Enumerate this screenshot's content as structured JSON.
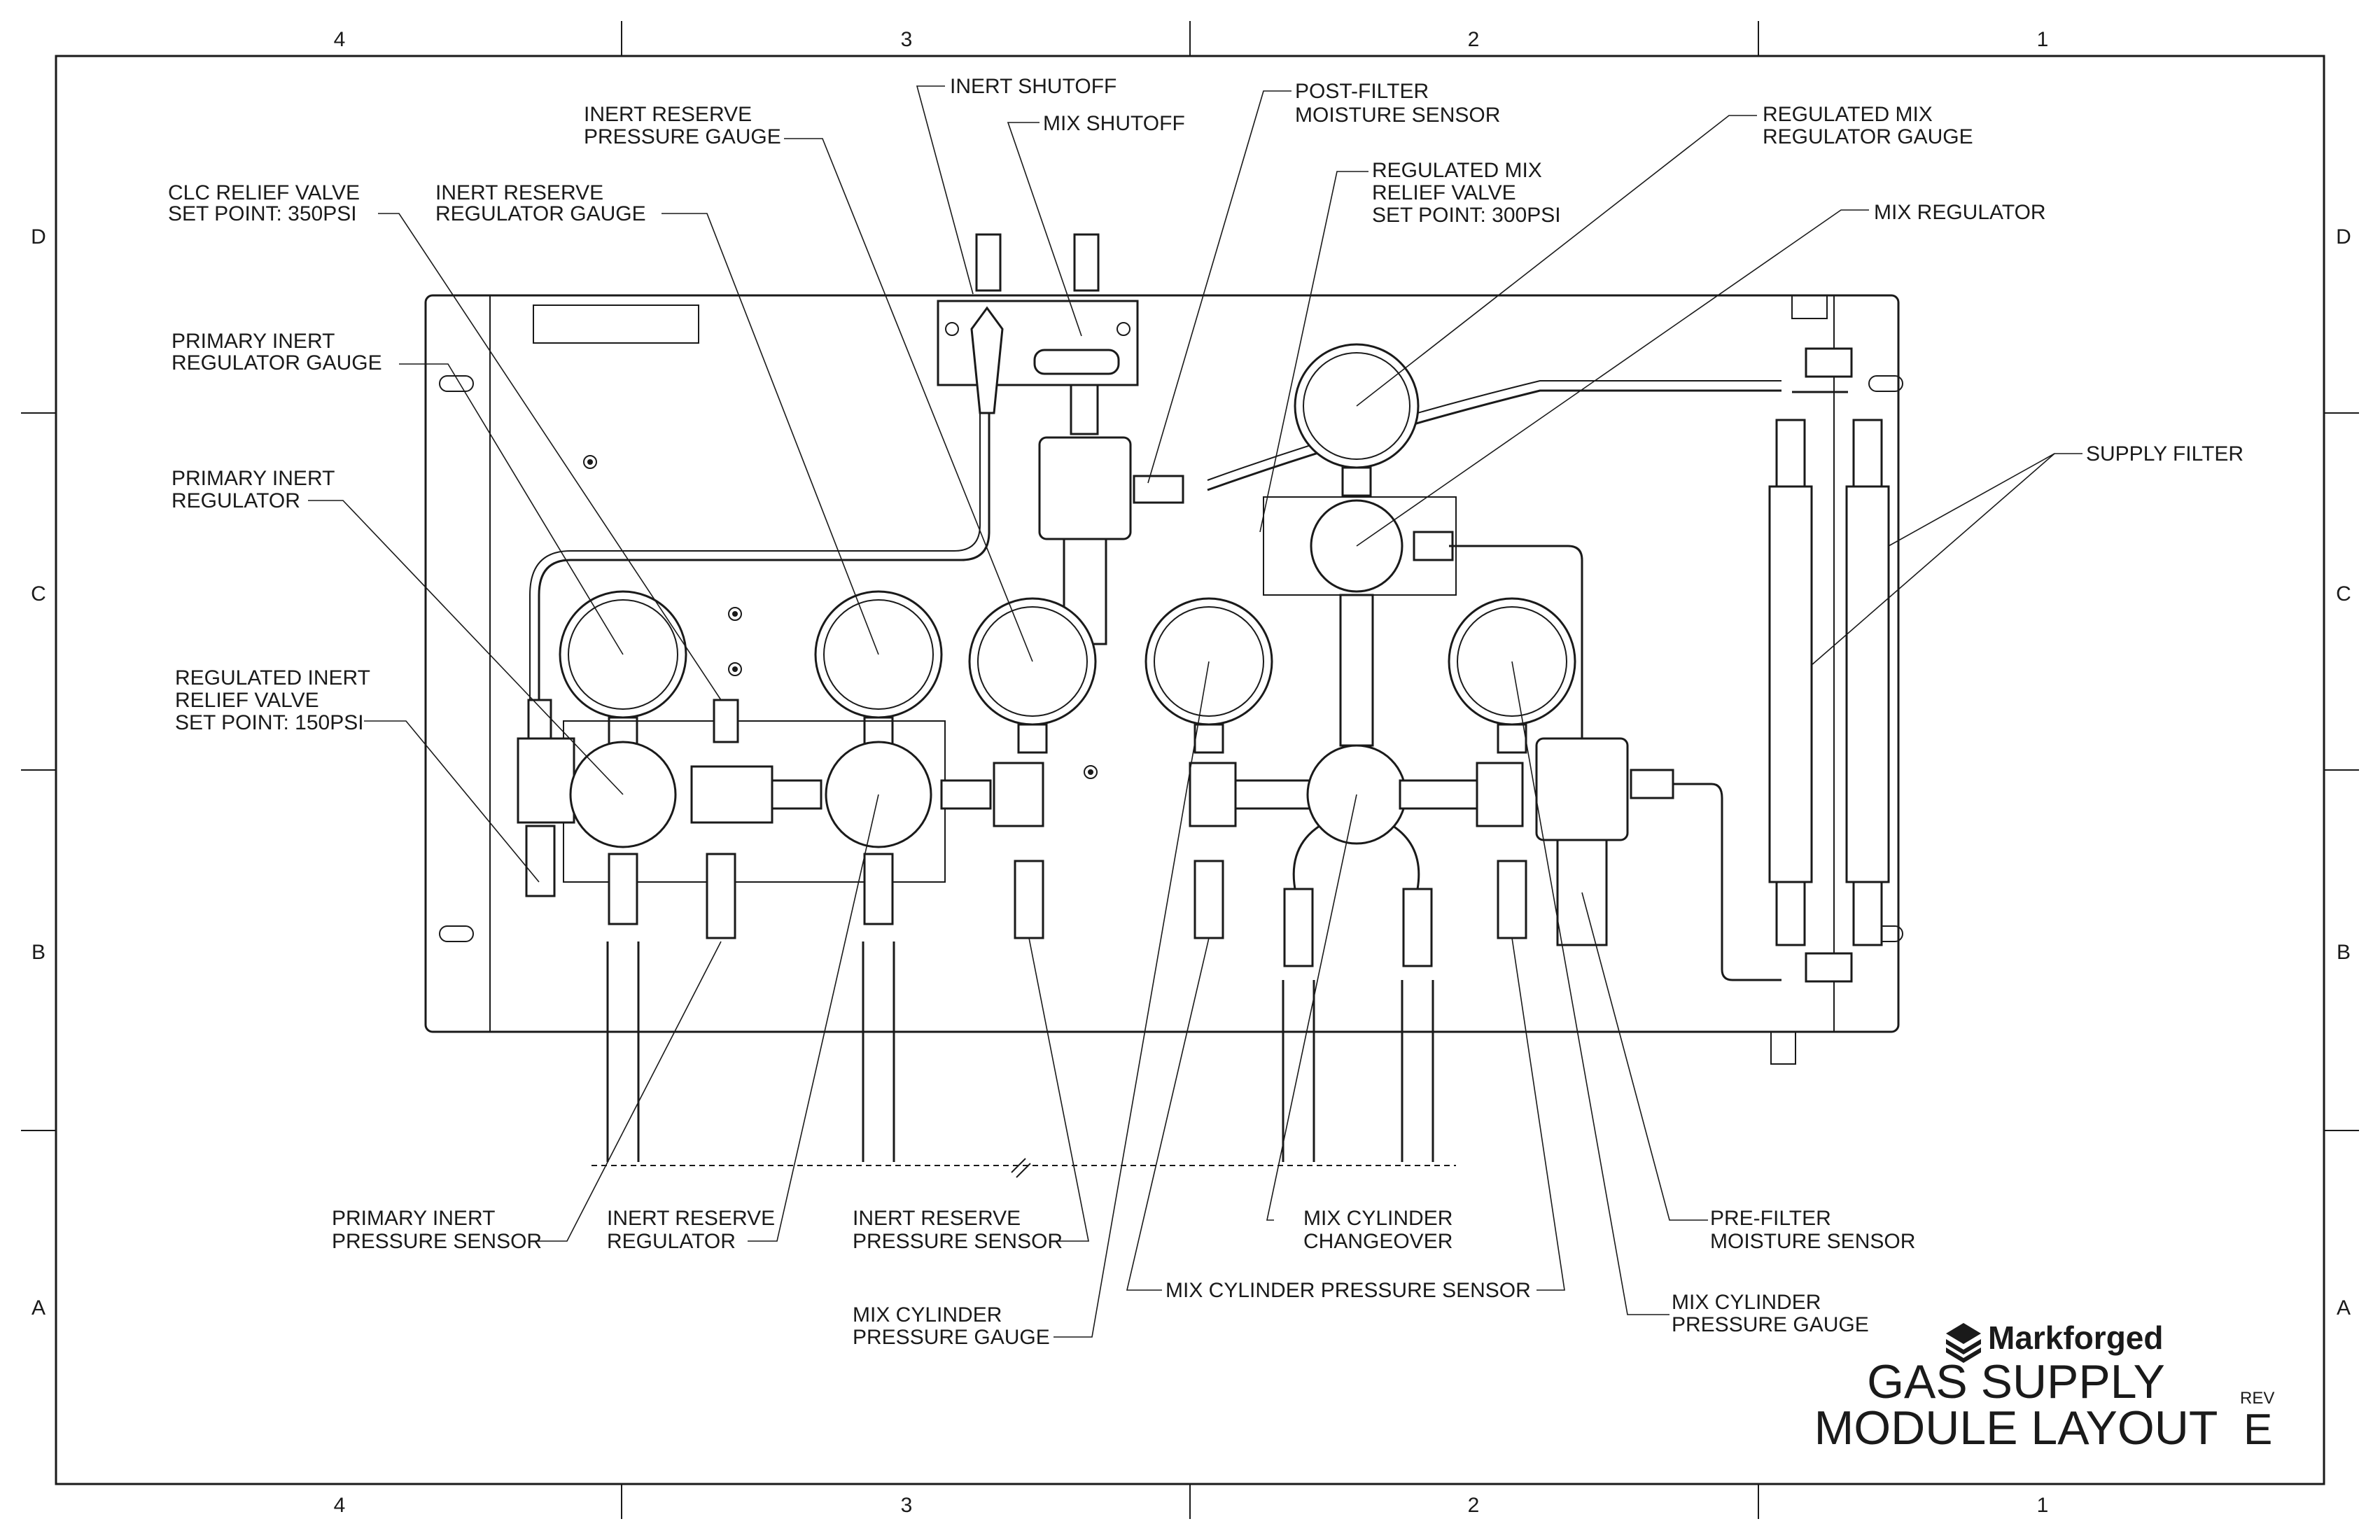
{
  "zones": {
    "columns": [
      "4",
      "3",
      "2",
      "1"
    ],
    "rows": [
      "D",
      "C",
      "B",
      "A"
    ]
  },
  "callouts": [
    {
      "id": "clc-relief",
      "lines": [
        "CLC RELIEF VALVE",
        "SET POINT: 350PSI"
      ]
    },
    {
      "id": "inert-reserve-regulator-gauge",
      "lines": [
        "INERT RESERVE",
        "REGULATOR GAUGE"
      ]
    },
    {
      "id": "inert-reserve-pressure-gauge",
      "lines": [
        "INERT RESERVE",
        "PRESSURE GAUGE"
      ]
    },
    {
      "id": "inert-shutoff",
      "lines": [
        "INERT SHUTOFF"
      ]
    },
    {
      "id": "mix-shutoff",
      "lines": [
        "MIX SHUTOFF"
      ]
    },
    {
      "id": "post-filter-moisture",
      "lines": [
        "POST-FILTER",
        "MOISTURE SENSOR"
      ]
    },
    {
      "id": "regulated-mix-relief",
      "lines": [
        "REGULATED MIX",
        "RELIEF VALVE",
        "SET POINT: 300PSI"
      ]
    },
    {
      "id": "regulated-mix-regulator-gauge",
      "lines": [
        "REGULATED MIX",
        "REGULATOR GAUGE"
      ]
    },
    {
      "id": "mix-regulator",
      "lines": [
        "MIX REGULATOR"
      ]
    },
    {
      "id": "supply-filter",
      "lines": [
        "SUPPLY FILTER"
      ]
    },
    {
      "id": "primary-inert-regulator-gauge",
      "lines": [
        "PRIMARY INERT",
        "REGULATOR GAUGE"
      ]
    },
    {
      "id": "primary-inert-regulator",
      "lines": [
        "PRIMARY INERT",
        "REGULATOR"
      ]
    },
    {
      "id": "regulated-inert-relief",
      "lines": [
        "REGULATED INERT",
        "RELIEF VALVE",
        "SET POINT: 150PSI"
      ]
    },
    {
      "id": "primary-inert-pressure-sensor",
      "lines": [
        "PRIMARY INERT",
        "PRESSURE SENSOR"
      ]
    },
    {
      "id": "inert-reserve-regulator",
      "lines": [
        "INERT RESERVE",
        "REGULATOR"
      ]
    },
    {
      "id": "inert-reserve-pressure-sensor",
      "lines": [
        "INERT RESERVE",
        "PRESSURE SENSOR"
      ]
    },
    {
      "id": "mix-cylinder-changeover",
      "lines": [
        "MIX CYLINDER",
        "CHANGEOVER"
      ]
    },
    {
      "id": "pre-filter-moisture",
      "lines": [
        "PRE-FILTER",
        "MOISTURE SENSOR"
      ]
    },
    {
      "id": "mix-cylinder-pressure-sensor",
      "lines": [
        "MIX CYLINDER PRESSURE SENSOR"
      ]
    },
    {
      "id": "mix-cylinder-pressure-gauge-left",
      "lines": [
        "MIX CYLINDER",
        "PRESSURE GAUGE"
      ]
    },
    {
      "id": "mix-cylinder-pressure-gauge-right",
      "lines": [
        "MIX CYLINDER",
        "PRESSURE GAUGE"
      ]
    }
  ],
  "title_block": {
    "brand": "Markforged",
    "title_line1": "GAS SUPPLY",
    "title_line2": "MODULE LAYOUT",
    "rev_label": "REV",
    "rev_value": "E"
  }
}
